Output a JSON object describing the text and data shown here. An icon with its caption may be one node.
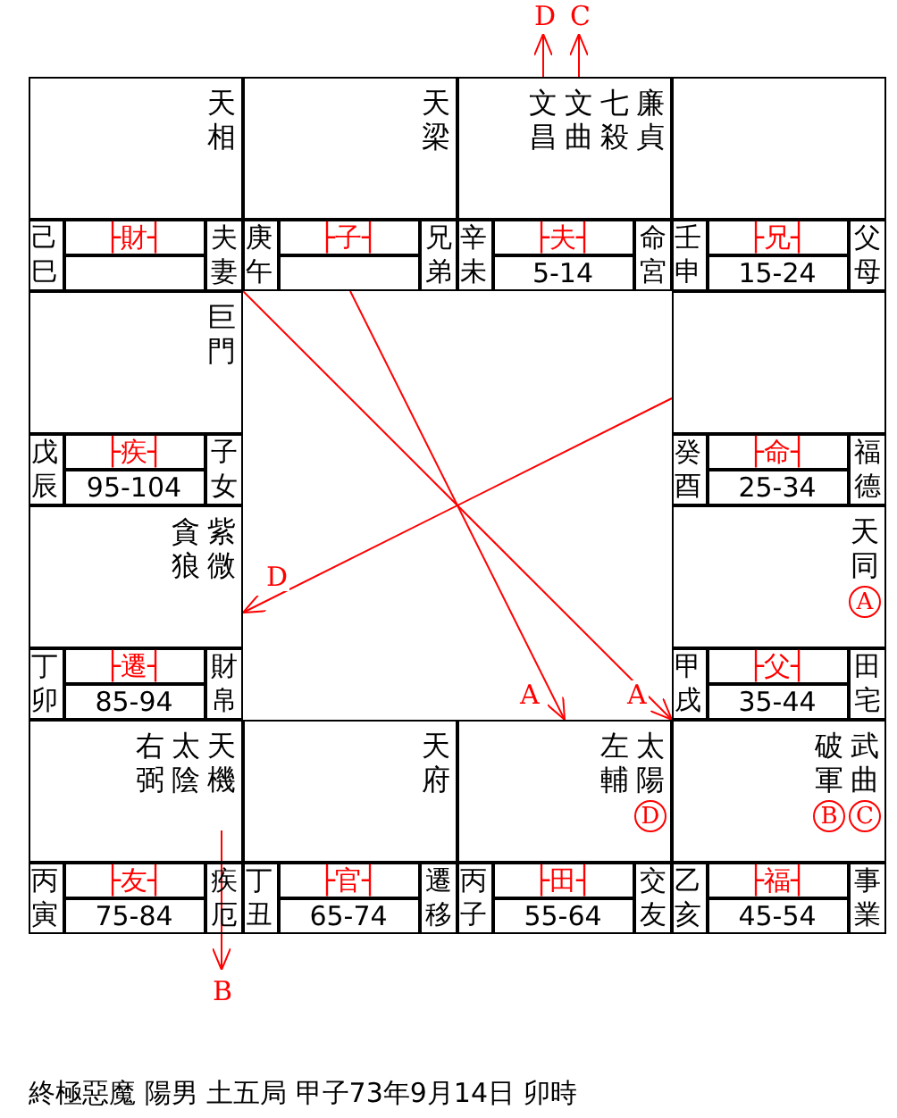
{
  "diagram": {
    "caption": "終極惡魔 陽男 土五局 甲子73年9月14日 卯時",
    "nodes": [
      {
        "text": [
          "天相",
          "己巳",
          "├財┤",
          "夫妻"
        ]
      },
      {
        "text": [
          "天梁",
          "庚午",
          "├子┤",
          "兄弟"
        ]
      },
      {
        "text": [
          "文昌",
          "文曲",
          "七殺",
          "廉貞",
          "辛未",
          "├夫┤",
          "5-14",
          "命宮"
        ]
      },
      {
        "text": [
          "壬申",
          "├兄┤",
          "15-24",
          "父母"
        ]
      },
      {
        "text": [
          "巨門",
          "戊辰",
          "├疾┤",
          "95-104",
          "子女"
        ]
      },
      {
        "text": [
          "癸酉",
          "├命┤",
          "25-34",
          "福德"
        ]
      },
      {
        "text": [
          "貪狼",
          "紫微",
          "丁卯",
          "├遷┤",
          "85-94",
          "財帛"
        ]
      },
      {
        "text": [
          "天同",
          "A",
          "甲戌",
          "├父┤",
          "35-44",
          "田宅"
        ]
      },
      {
        "text": [
          "右弼",
          "太陰",
          "天機",
          "丙寅",
          "├友┤",
          "75-84",
          "疾厄"
        ]
      },
      {
        "text": [
          "天府",
          "丁丑",
          "├官┤",
          "65-74",
          "遷移"
        ]
      },
      {
        "text": [
          "左輔",
          "太陽",
          "D",
          "丙子",
          "├田┤",
          "55-64",
          "交友"
        ]
      },
      {
        "text": [
          "破軍",
          "武曲",
          "B",
          "C",
          "乙亥",
          "├福┤",
          "45-54",
          "事業"
        ]
      }
    ],
    "edges": [
      {
        "from": 2,
        "to": null,
        "arrow": "to",
        "label": "D",
        "color": "#ff0000"
      },
      {
        "from": 2,
        "to": null,
        "arrow": "to",
        "label": "C",
        "color": "#ff0000"
      },
      {
        "from": 0,
        "to": 11,
        "arrow": "to",
        "label": "A",
        "color": "#ff0000"
      },
      {
        "from": 1,
        "to": 10,
        "arrow": "to",
        "label": "A",
        "color": "#ff0000"
      },
      {
        "from": 5,
        "to": 6,
        "arrow": "to",
        "label": "D",
        "color": "#ff0000"
      },
      {
        "from": 8,
        "to": null,
        "arrow": "to",
        "label": "B",
        "color": "#ff0000"
      }
    ]
  }
}
